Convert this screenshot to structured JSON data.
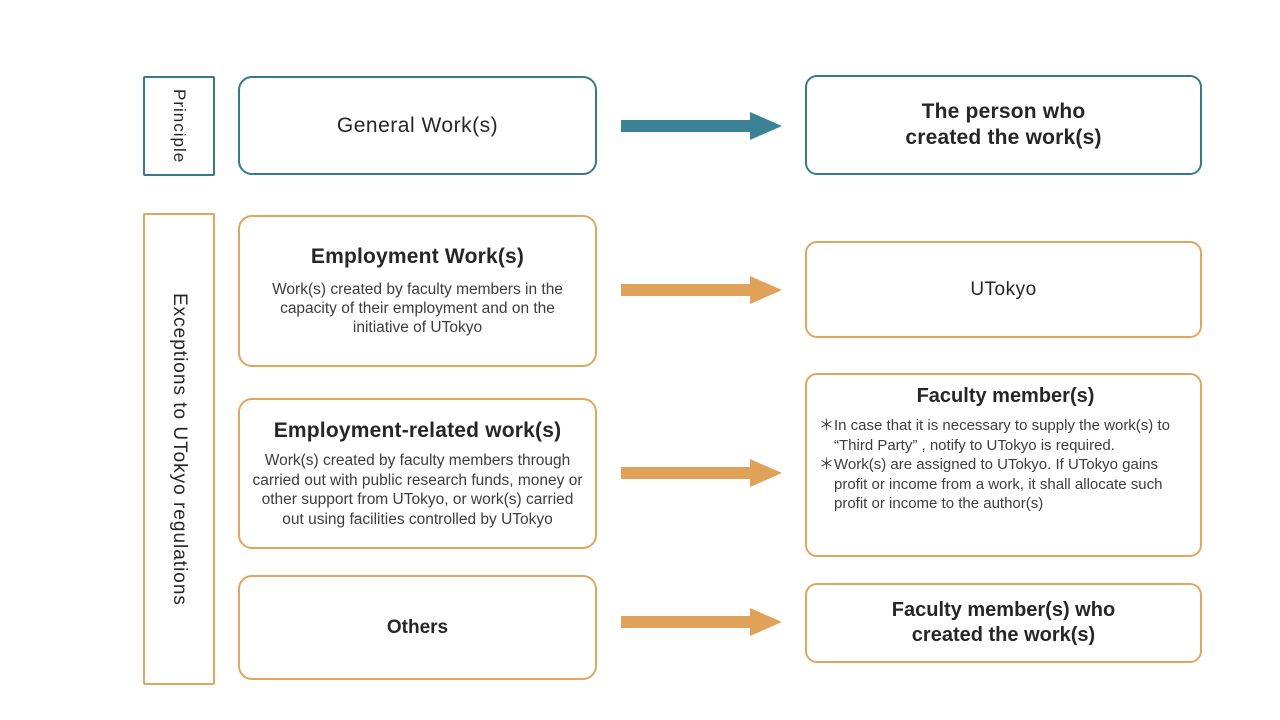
{
  "colors": {
    "teal": "#35798B",
    "orange": "#DFA660",
    "arrow_teal": "#3B8394",
    "arrow_orange": "#DFA258",
    "heading_text": "#262626",
    "body_text": "#3D3D3D"
  },
  "side_labels": {
    "principle": "Principle",
    "exceptions": "Exceptions to UTokyo regulations"
  },
  "row1": {
    "source_title": "General Work(s)",
    "result_title": "The person who\ncreated the work(s)"
  },
  "row2": {
    "source_title": "Employment Work(s)",
    "source_body": "Work(s) created by faculty members in the capacity of their employment and on the initiative of UTokyo",
    "result_title": "UTokyo"
  },
  "row3": {
    "source_title": "Employment-related work(s)",
    "source_body": "Work(s) created by faculty members through carried out with public research funds, money or other support from UTokyo, or work(s) carried out using facilities controlled by UTokyo",
    "result_title": "Faculty member(s)",
    "result_notes": [
      "＊In case that it is necessary to supply the work(s) to “Third Party” , notify to UTokyo is required.",
      "＊Work(s) are assigned to UTokyo. If UTokyo gains profit or income from a work, it shall allocate such profit or income to the author(s)"
    ]
  },
  "row4": {
    "source_title": "Others",
    "result_title": "Faculty member(s) who\ncreated the work(s)"
  }
}
